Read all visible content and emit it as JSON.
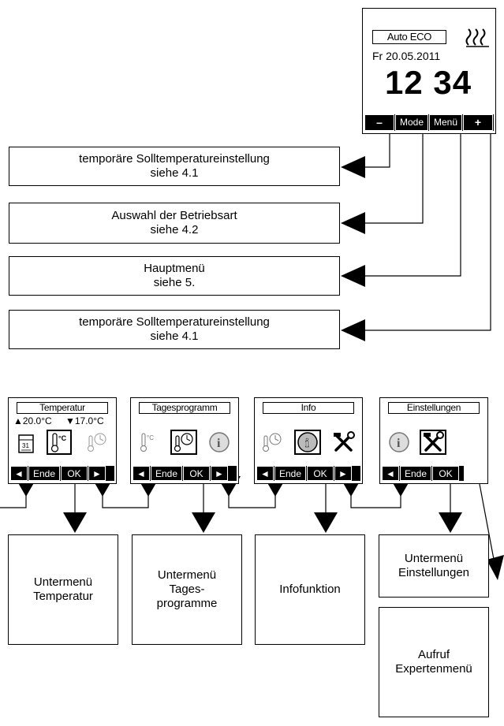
{
  "main_display": {
    "mode": "Auto ECO",
    "date": "Fr 20.05.2011",
    "time": "12 34",
    "keys": [
      "–",
      "Mode",
      "Menü",
      "+"
    ],
    "heat_icon": "heating-waves-icon"
  },
  "explanations": [
    {
      "line1": "temporäre Solltemperatureinstellung",
      "line2": "siehe 4.1"
    },
    {
      "line1": "Auswahl der Betriebsart",
      "line2": "siehe 4.2"
    },
    {
      "line1": "Hauptmenü",
      "line2": "siehe 5."
    },
    {
      "line1": "temporäre Solltemperatureinstellung",
      "line2": "siehe 4.1"
    }
  ],
  "menu_screens": [
    {
      "title": "Temperatur",
      "temp_up": "▲20.0°C",
      "temp_down": "▼17.0°C",
      "keys": [
        "◄",
        "Ende",
        "OK",
        "►"
      ]
    },
    {
      "title": "Tagesprogramm",
      "keys": [
        "◄",
        "Ende",
        "OK",
        "►"
      ]
    },
    {
      "title": "Info",
      "keys": [
        "◄",
        "Ende",
        "OK",
        "►"
      ]
    },
    {
      "title": "Einstellungen",
      "keys": [
        "◄",
        "Ende",
        "OK"
      ]
    }
  ],
  "submenus": [
    {
      "line1": "Untermenü",
      "line2": "Temperatur",
      "line3": ""
    },
    {
      "line1": "Untermenü",
      "line2": "Tages-",
      "line3": "programme"
    },
    {
      "line1": "Infofunktion",
      "line2": "",
      "line3": ""
    },
    {
      "line1": "Untermenü",
      "line2": "Einstellungen",
      "line3": ""
    }
  ],
  "expert": {
    "line1": "Aufruf",
    "line2": "Expertenmenü"
  },
  "icon_glyphs": {
    "thermo_c": "°C",
    "calendar_day": "31",
    "info": "i"
  },
  "colors": {
    "line": "#000000",
    "background": "#ffffff"
  }
}
